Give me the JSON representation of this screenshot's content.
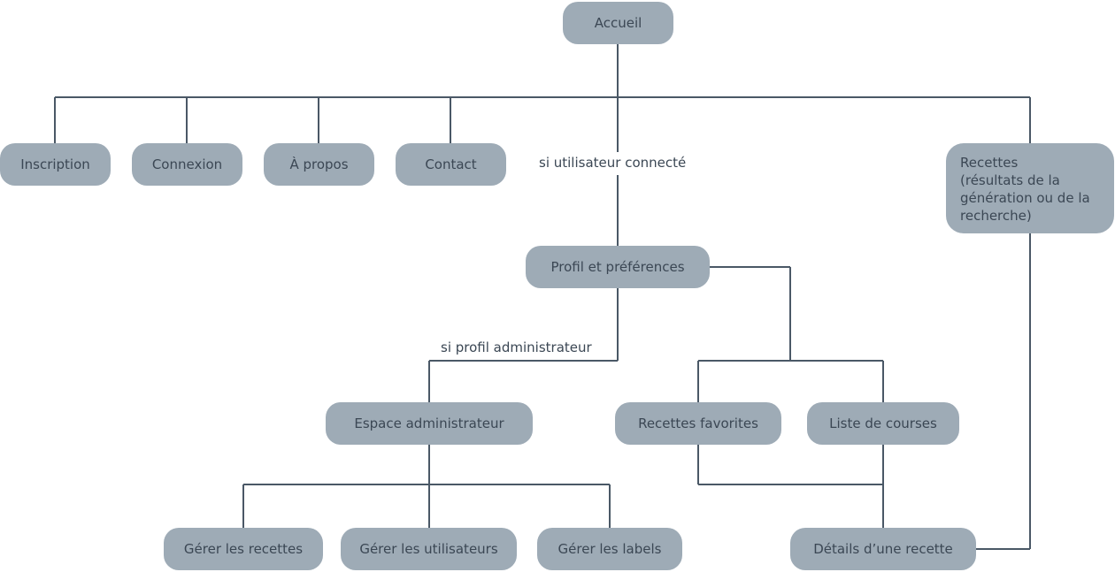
{
  "nodes": {
    "accueil": "Accueil",
    "inscription": "Inscription",
    "connexion": "Connexion",
    "apropos": "À propos",
    "contact": "Contact",
    "recettes": "Recettes\n(résultats de la\ngénération ou de la\nrecherche)",
    "profil": "Profil et préférences",
    "espace_admin": "Espace administrateur",
    "recettes_favorites": "Recettes favorites",
    "liste_courses": "Liste de courses",
    "gerer_recettes": "Gérer les recettes",
    "gerer_utilisateurs": "Gérer les utilisateurs",
    "gerer_labels": "Gérer les labels",
    "details_recette": "Détails d’une recette"
  },
  "labels": {
    "si_utilisateur": "si utilisateur connecté",
    "si_admin": "si profil administrateur"
  },
  "colors": {
    "node_fill": "#9eabb6",
    "node_text": "#3b4754",
    "connector": "#4a5866"
  }
}
